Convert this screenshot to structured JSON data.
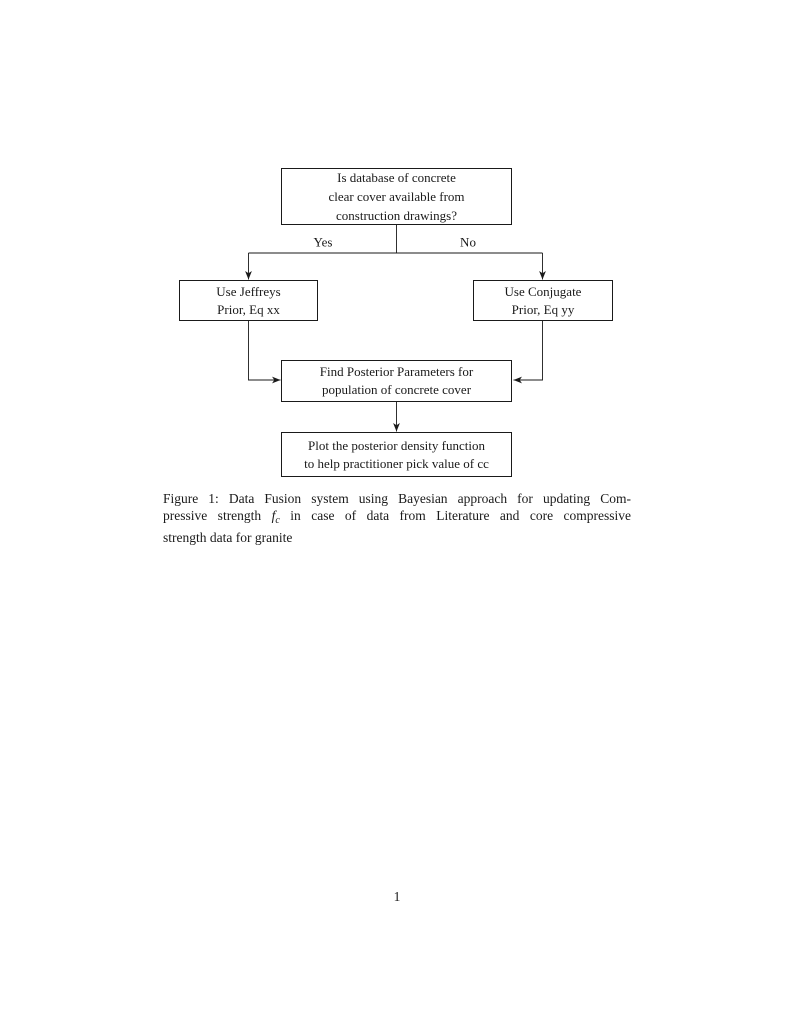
{
  "page": {
    "number": "1"
  },
  "flowchart": {
    "nodes": {
      "question": "Is database of concrete\nclear cover available from\nconstruction drawings?",
      "jeffreys": "Use Jeffreys\nPrior, Eq xx",
      "conjugate": "Use Conjugate\nPrior, Eq yy",
      "posterior": "Find Posterior Parameters for\npopulation of concrete cover",
      "plot": "Plot the posterior density function\nto help practitioner pick value of cc"
    },
    "branches": {
      "yes_label": "Yes",
      "no_label": "No"
    }
  },
  "caption": {
    "line1": "Figure 1: Data Fusion system using Bayesian approach for updating Com-",
    "line2_before": "pressive strength ",
    "math_symbol": "f",
    "math_subscript": "c",
    "line2_after": " in case of data from Literature and core compressive",
    "line3": "strength data for granite"
  },
  "colors": {
    "ink": "#1a1a1a",
    "background": "#ffffff"
  }
}
